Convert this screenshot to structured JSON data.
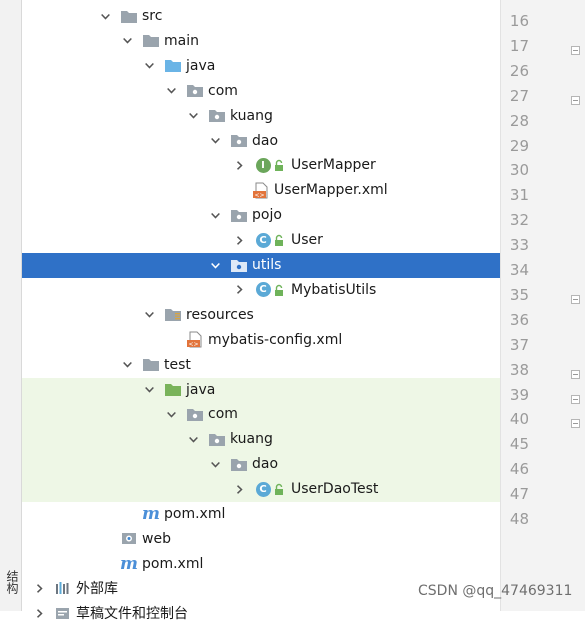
{
  "side_label": "结构",
  "tree": [
    {
      "label": "src",
      "depth": 3,
      "icon": "folder-icon",
      "chevron": "down"
    },
    {
      "label": "main",
      "depth": 4,
      "icon": "folder-icon",
      "chevron": "down"
    },
    {
      "label": "java",
      "depth": 5,
      "icon": "source-folder-icon",
      "chevron": "down"
    },
    {
      "label": "com",
      "depth": 6,
      "icon": "package-icon",
      "chevron": "down"
    },
    {
      "label": "kuang",
      "depth": 7,
      "icon": "package-icon",
      "chevron": "down"
    },
    {
      "label": "dao",
      "depth": 8,
      "icon": "package-icon",
      "chevron": "down"
    },
    {
      "label": "UserMapper",
      "depth": 9,
      "icon": "interface-icon",
      "chevron": "right",
      "badge": "I",
      "lock": true
    },
    {
      "label": "UserMapper.xml",
      "depth": 9,
      "icon": "xml-file-icon",
      "chevron": "none",
      "noarrowgap": true
    },
    {
      "label": "pojo",
      "depth": 8,
      "icon": "package-icon",
      "chevron": "down"
    },
    {
      "label": "User",
      "depth": 9,
      "icon": "class-icon",
      "chevron": "right",
      "badge": "C",
      "lock": true
    },
    {
      "label": "utils",
      "depth": 8,
      "icon": "package-icon",
      "chevron": "down",
      "selected": true
    },
    {
      "label": "MybatisUtils",
      "depth": 9,
      "icon": "class-icon",
      "chevron": "right",
      "badge": "C",
      "lock": true
    },
    {
      "label": "resources",
      "depth": 5,
      "icon": "resources-folder-icon",
      "chevron": "down"
    },
    {
      "label": "mybatis-config.xml",
      "depth": 6,
      "icon": "xml-file-icon",
      "chevron": "none"
    },
    {
      "label": "test",
      "depth": 4,
      "icon": "folder-icon",
      "chevron": "down"
    },
    {
      "label": "java",
      "depth": 5,
      "icon": "test-folder-icon",
      "chevron": "down",
      "test": true
    },
    {
      "label": "com",
      "depth": 6,
      "icon": "package-icon",
      "chevron": "down",
      "test": true
    },
    {
      "label": "kuang",
      "depth": 7,
      "icon": "package-icon",
      "chevron": "down",
      "test": true
    },
    {
      "label": "dao",
      "depth": 8,
      "icon": "package-icon",
      "chevron": "down",
      "test": true
    },
    {
      "label": "UserDaoTest",
      "depth": 9,
      "icon": "class-icon",
      "chevron": "right",
      "badge": "C",
      "lock": true,
      "test": true
    },
    {
      "label": "pom.xml",
      "depth": 4,
      "icon": "maven-icon",
      "chevron": "none"
    },
    {
      "label": "web",
      "depth": 3,
      "icon": "web-module-icon",
      "chevron": "none"
    },
    {
      "label": "pom.xml",
      "depth": 3,
      "icon": "maven-icon",
      "chevron": "none"
    },
    {
      "label": "外部库",
      "depth": 0,
      "icon": "library-icon",
      "chevron": "right"
    },
    {
      "label": "草稿文件和控制台",
      "depth": 0,
      "icon": "scratch-icon",
      "chevron": "right"
    }
  ],
  "line_numbers": [
    "16",
    "17",
    "26",
    "27",
    "28",
    "29",
    "30",
    "31",
    "32",
    "33",
    "34",
    "35",
    "36",
    "37",
    "38",
    "39",
    "40",
    "45",
    "46",
    "47",
    "48"
  ],
  "watermark": "CSDN @qq_47469311",
  "colors": {
    "selection": "#2f71c7",
    "test_bg": "#eef7e6",
    "folder": "#9aa4ad",
    "source_folder": "#6ab4e6",
    "test_folder": "#79b35a",
    "interface_badge": "#6ba65b",
    "class_badge": "#5ba9d6",
    "lock": "#6fb35a",
    "xml": "#e2743b",
    "maven": "#3f86d0"
  }
}
